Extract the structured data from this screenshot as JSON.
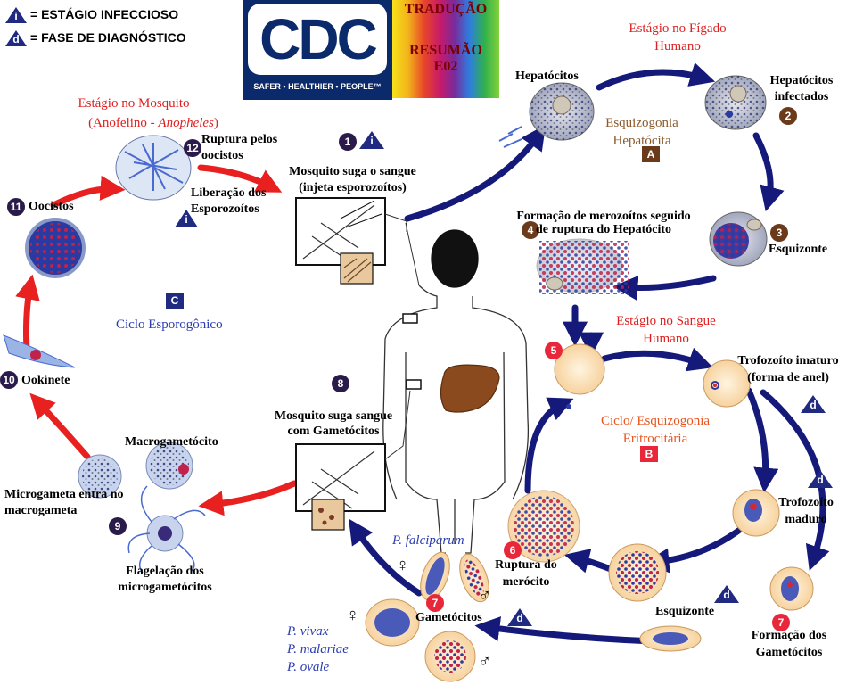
{
  "legend": {
    "infectious_marker": "i",
    "infectious_label": "= ESTÁGIO INFECCIOSO",
    "diagnostic_marker": "d",
    "diagnostic_label": "= FASE DE DIAGNÓSTICO"
  },
  "logo": {
    "text": "CDC",
    "tagline": "SAFER • HEALTHIER • PEOPLE™"
  },
  "translation_banner": {
    "line1": "TRADUÇÃO",
    "line2": "RESUMÃO",
    "line3": "E02"
  },
  "stages": {
    "liver_title": "Estágio no Fígado Humano",
    "mosquito_title": "Estágio no Mosquito",
    "mosquito_subtitle_prefix": "(Anofelino - ",
    "mosquito_subtitle_italic": "Anopheles",
    "mosquito_subtitle_suffix": ")",
    "blood_title": "Estágio no Sangue Humano",
    "liver_cycle": "Esquizogonia Hepatócita",
    "liver_cycle_letter": "A",
    "blood_cycle": "Ciclo/ Esquizogonia Eritrocitária",
    "blood_cycle_letter": "B",
    "sporogonic_cycle": "Ciclo Esporogônico",
    "sporogonic_letter": "C"
  },
  "steps": {
    "s1_num": "1",
    "s1_label": "Mosquito suga o sangue (injeta esporozoítos)",
    "hepatocytes": "Hepatócitos",
    "s2_num": "2",
    "s2_label": "Hepatócitos infectados",
    "s3_num": "3",
    "s3_label": "Esquizonte",
    "s4_num": "4",
    "s4_label": "Formação de merozoítos seguido de ruptura do Hepatócito",
    "s5_num": "5",
    "immature_trophozoite": "Trofozoíto imaturo (forma de anel)",
    "mature_trophozoite": "Trofozoíto maduro",
    "schizont": "Esquizonte",
    "s6_num": "6",
    "s6_label": "Ruptura do merócito",
    "s7_num": "7",
    "s7_label": "Formação dos Gametócitos",
    "gametocytes": "Gametócitos",
    "s8_num": "8",
    "s8_label": "Mosquito suga sangue com Gametócitos",
    "s9_num": "9",
    "macrogametocyte": "Macrogametócito",
    "microgamete": "Microgameta entra no macrogameta",
    "exflagellation": "Flagelação dos microgametócitos",
    "s10_num": "10",
    "s10_label": "Ookinete",
    "s11_num": "11",
    "s11_label": "Oocistos",
    "s12_num": "12",
    "s12_label": "Ruptura pelos oocistos",
    "sporozoite_release": "Liberação dos Esporozoítos"
  },
  "species": {
    "falciparum": "P. falciparum",
    "vivax": "P. vivax",
    "malariae": "P. malariae",
    "ovale": "P. ovale",
    "female": "♀",
    "male": "♂"
  },
  "colors": {
    "red_arrow": "#e82020",
    "navy_arrow": "#14197a",
    "title_red": "#e02020",
    "cycle_blue": "#2a3cb0",
    "liver_brown": "#8b5a2b",
    "blood_orange": "#e8541e",
    "cell_fill": "#fbe3c0"
  }
}
